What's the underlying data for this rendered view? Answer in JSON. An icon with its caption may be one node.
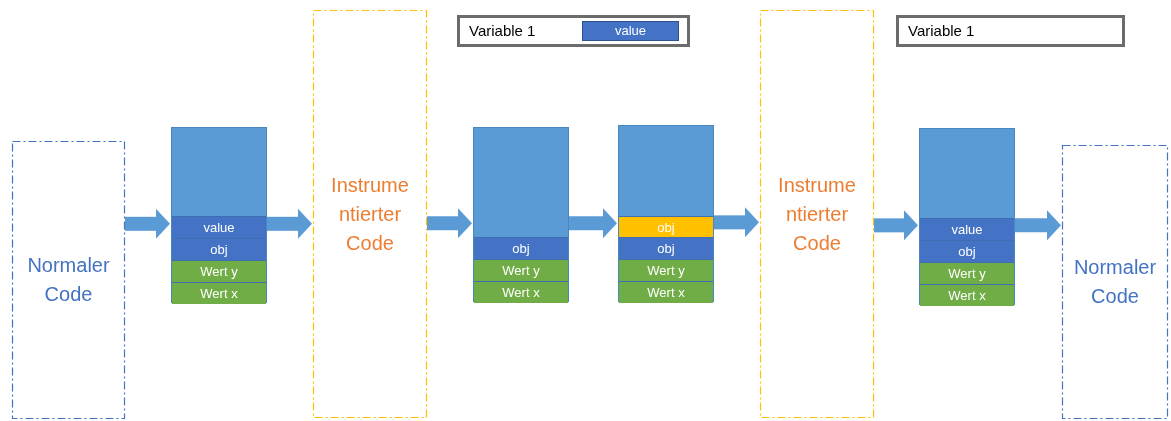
{
  "diagram": {
    "nodes": [
      {
        "text": [
          "Normaler Code"
        ]
      },
      {
        "text": [],
        "shape": "box"
      },
      {
        "text": [
          "value"
        ],
        "in": 1
      },
      {
        "text": [
          "obj"
        ],
        "in": 1
      },
      {
        "text": [
          "Wert y"
        ],
        "in": 1
      },
      {
        "text": [
          "Wert x"
        ],
        "in": 1
      },
      {
        "text": [
          "Instrume ntierter Code"
        ]
      },
      {
        "text": [
          "Variable 1"
        ]
      },
      {
        "text": [
          "value"
        ],
        "in": 7
      },
      {
        "text": [],
        "shape": "box"
      },
      {
        "text": [
          "obj"
        ],
        "in": 9
      },
      {
        "text": [
          "Wert y"
        ],
        "in": 9
      },
      {
        "text": [
          "Wert x"
        ],
        "in": 9
      },
      {
        "text": [],
        "shape": "box"
      },
      {
        "text": [
          "obj"
        ],
        "in": 13
      },
      {
        "text": [
          "obj"
        ],
        "in": 13
      },
      {
        "text": [
          "Wert y"
        ],
        "in": 13
      },
      {
        "text": [
          "Wert x"
        ],
        "in": 13
      },
      {
        "text": [
          "Instrume ntierter Code"
        ]
      },
      {
        "text": [
          "Variable 1"
        ]
      },
      {
        "text": [],
        "shape": "box"
      },
      {
        "text": [
          "value"
        ],
        "in": 20
      },
      {
        "text": [
          "obj"
        ],
        "in": 20
      },
      {
        "text": [
          "Wert y"
        ],
        "in": 20
      },
      {
        "text": [
          "Wert x"
        ],
        "in": 20
      },
      {
        "text": [
          "Normaler Code"
        ]
      }
    ],
    "edges": [
      {
        "from": 0,
        "to": 1,
        "arrow": "to"
      },
      {
        "from": 1,
        "to": 6,
        "arrow": "to"
      },
      {
        "from": 6,
        "to": 9,
        "arrow": "to"
      },
      {
        "from": 9,
        "to": 13,
        "arrow": "to"
      },
      {
        "from": 13,
        "to": 18,
        "arrow": "to"
      },
      {
        "from": 18,
        "to": 20,
        "arrow": "to"
      },
      {
        "from": 20,
        "to": 25,
        "arrow": "to"
      }
    ]
  }
}
